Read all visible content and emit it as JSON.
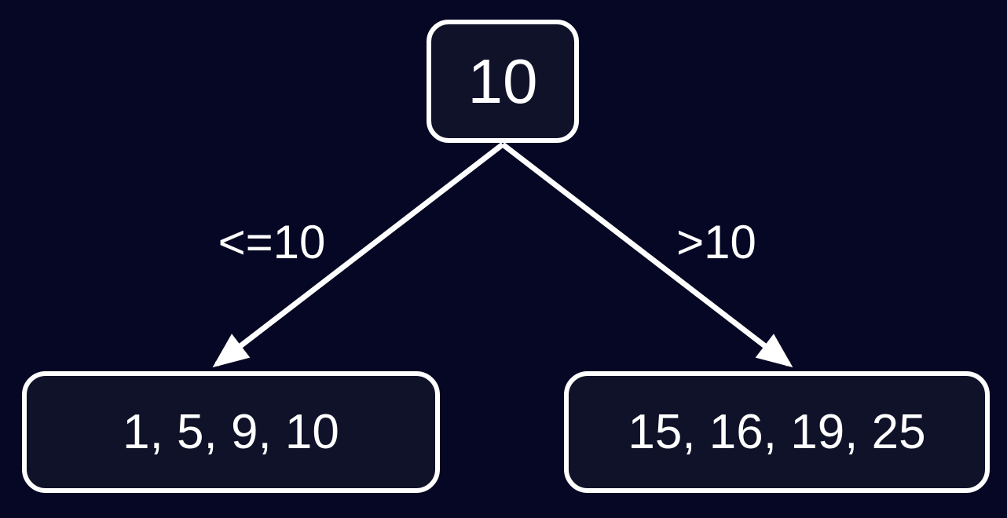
{
  "tree": {
    "root": {
      "value": "10"
    },
    "branches": [
      {
        "condition": "<=10",
        "node": {
          "values": "1, 5, 9, 10"
        }
      },
      {
        "condition": ">10",
        "node": {
          "values": "15, 16, 19, 25"
        }
      }
    ]
  },
  "colors": {
    "background": "#050724",
    "node_fill": "#0f1229",
    "stroke": "#ffffff",
    "text": "#ffffff"
  }
}
